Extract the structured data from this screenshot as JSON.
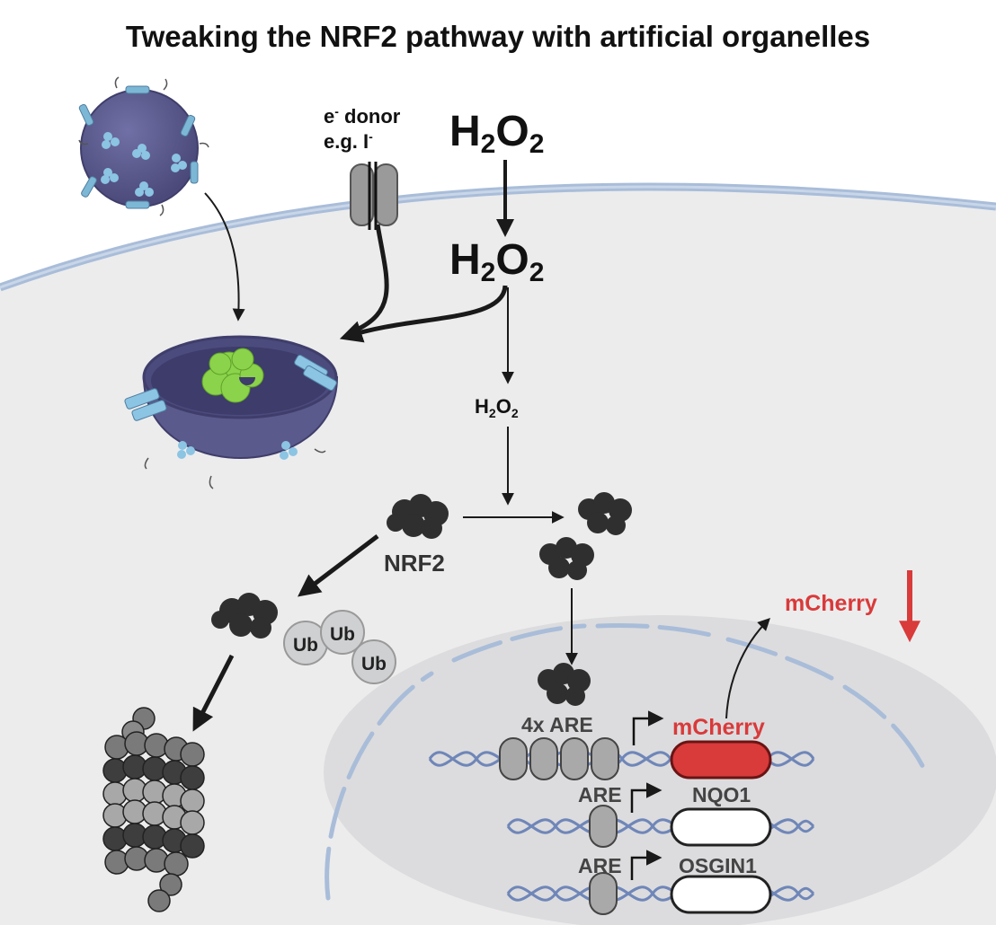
{
  "title": "Tweaking the NRF2 pathway with artificial organelles",
  "labels": {
    "h2o2_main": "H",
    "h2o2_sub2": "2",
    "h2o2_o": "O",
    "h2o2_sub2b": "2",
    "donor_line1": "e",
    "donor_line1_sup": "-",
    "donor_line1_rest": " donor",
    "donor_line2": "e.g. I",
    "donor_line2_sup": "-",
    "nrf2": "NRF2",
    "ub": "Ub",
    "mcherry_out": "mCherry",
    "are_4x": "4x ARE",
    "are": "ARE",
    "gene_mcherry": "mCherry",
    "gene_nqo1": "NQO1",
    "gene_osgin1": "OSGIN1"
  },
  "colors": {
    "background": "#ffffff",
    "cell": "#ececed",
    "membrane": "#a9bdd9",
    "nucleus": "#dcdcde",
    "organelle": "#5b5a8c",
    "enzyme": "#8bd34a",
    "pore": "#8cc4e3",
    "protein": "#2f2f2f",
    "reporter": "#d93a3a",
    "dna": "#6f86b8"
  }
}
